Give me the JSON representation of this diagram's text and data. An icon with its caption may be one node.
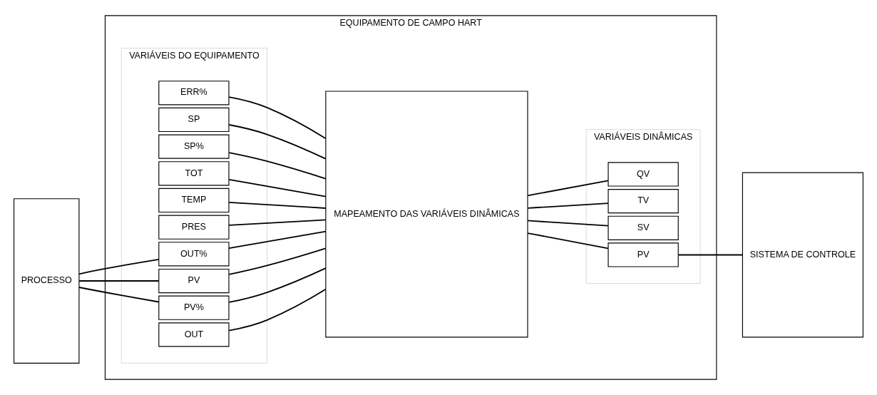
{
  "diagram": {
    "nodes": [
      {
        "text": [
          "PROCESSO"
        ]
      },
      {
        "text": [
          "EQUIPAMENTO DE CAMPO HART"
        ]
      },
      {
        "text": [
          "VARIÁVEIS DO EQUIPAMENTO"
        ],
        "in": 1
      },
      {
        "text": [
          "OUT"
        ],
        "in": 2
      },
      {
        "text": [
          "PV%"
        ],
        "in": 2
      },
      {
        "text": [
          "PV"
        ],
        "in": 2
      },
      {
        "text": [
          "OUT%"
        ],
        "in": 2
      },
      {
        "text": [
          "PRES"
        ],
        "in": 2
      },
      {
        "text": [
          "TEMP"
        ],
        "in": 2
      },
      {
        "text": [
          "TOT"
        ],
        "in": 2
      },
      {
        "text": [
          "SP%"
        ],
        "in": 2
      },
      {
        "text": [
          "SP"
        ],
        "in": 2
      },
      {
        "text": [
          "ERR%"
        ],
        "in": 2
      },
      {
        "text": [
          "MAPEAMENTO DAS VARIÁVEIS DINÂMICAS"
        ],
        "in": 1
      },
      {
        "text": [
          "VARIÁVEIS DINÂMICAS"
        ],
        "in": 1
      },
      {
        "text": [
          "PV"
        ],
        "in": 14
      },
      {
        "text": [
          "SV"
        ],
        "in": 14
      },
      {
        "text": [
          "TV"
        ],
        "in": 14
      },
      {
        "text": [
          "QV"
        ],
        "in": 14
      },
      {
        "text": [
          "SISTEMA DE CONTROLE"
        ]
      }
    ],
    "edges": [
      {
        "from": 0,
        "to": 4,
        "arrow": "none"
      },
      {
        "from": 0,
        "to": 5,
        "arrow": "none"
      },
      {
        "from": 0,
        "to": 6,
        "arrow": "none"
      },
      {
        "from": 3,
        "to": 13,
        "arrow": "none"
      },
      {
        "from": 4,
        "to": 13,
        "arrow": "none"
      },
      {
        "from": 5,
        "to": 13,
        "arrow": "none"
      },
      {
        "from": 6,
        "to": 13,
        "arrow": "none"
      },
      {
        "from": 7,
        "to": 13,
        "arrow": "none"
      },
      {
        "from": 8,
        "to": 13,
        "arrow": "none"
      },
      {
        "from": 9,
        "to": 13,
        "arrow": "none"
      },
      {
        "from": 10,
        "to": 13,
        "arrow": "none"
      },
      {
        "from": 11,
        "to": 13,
        "arrow": "none"
      },
      {
        "from": 12,
        "to": 13,
        "arrow": "none"
      },
      {
        "from": 13,
        "to": 15,
        "arrow": "none"
      },
      {
        "from": 13,
        "to": 16,
        "arrow": "none"
      },
      {
        "from": 13,
        "to": 17,
        "arrow": "none"
      },
      {
        "from": 13,
        "to": 18,
        "arrow": "none"
      },
      {
        "from": 15,
        "to": 19,
        "arrow": "none"
      }
    ]
  }
}
